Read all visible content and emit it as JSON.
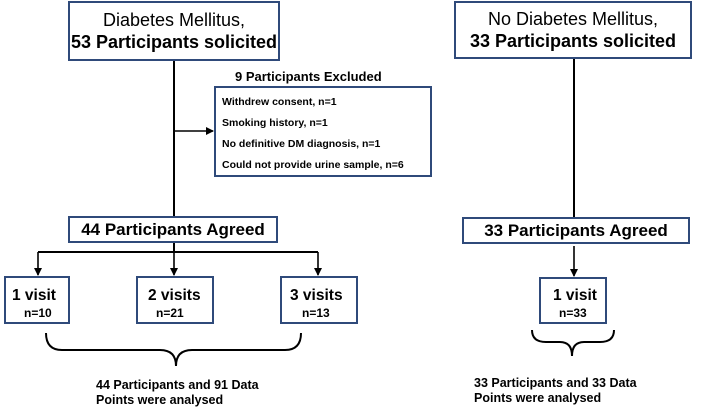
{
  "left_top": {
    "line1": "Diabetes Mellitus,",
    "line2": "53 Participants solicited"
  },
  "right_top": {
    "line1": "No Diabetes Mellitus,",
    "line2": "33 Participants solicited"
  },
  "excluded": {
    "title": "9 Participants Excluded",
    "items": [
      "Withdrew consent, n=1",
      "Smoking history, n=1",
      "No definitive DM diagnosis, n=1",
      "Could not provide urine sample, n=6"
    ]
  },
  "left_agreed": "44 Participants Agreed",
  "right_agreed": "33 Participants Agreed",
  "left_visits": [
    {
      "label": "1 visit",
      "n": "n=10"
    },
    {
      "label": "2 visits",
      "n": "n=21"
    },
    {
      "label": "3 visits",
      "n": "n=13"
    }
  ],
  "right_visit": {
    "label": "1 visit",
    "n": "n=33"
  },
  "left_summary": {
    "line1": "44 Participants and 91 Data",
    "line2": "Points were analysed"
  },
  "right_summary": {
    "line1": "33 Participants and 33 Data",
    "line2": "Points were analysed"
  }
}
